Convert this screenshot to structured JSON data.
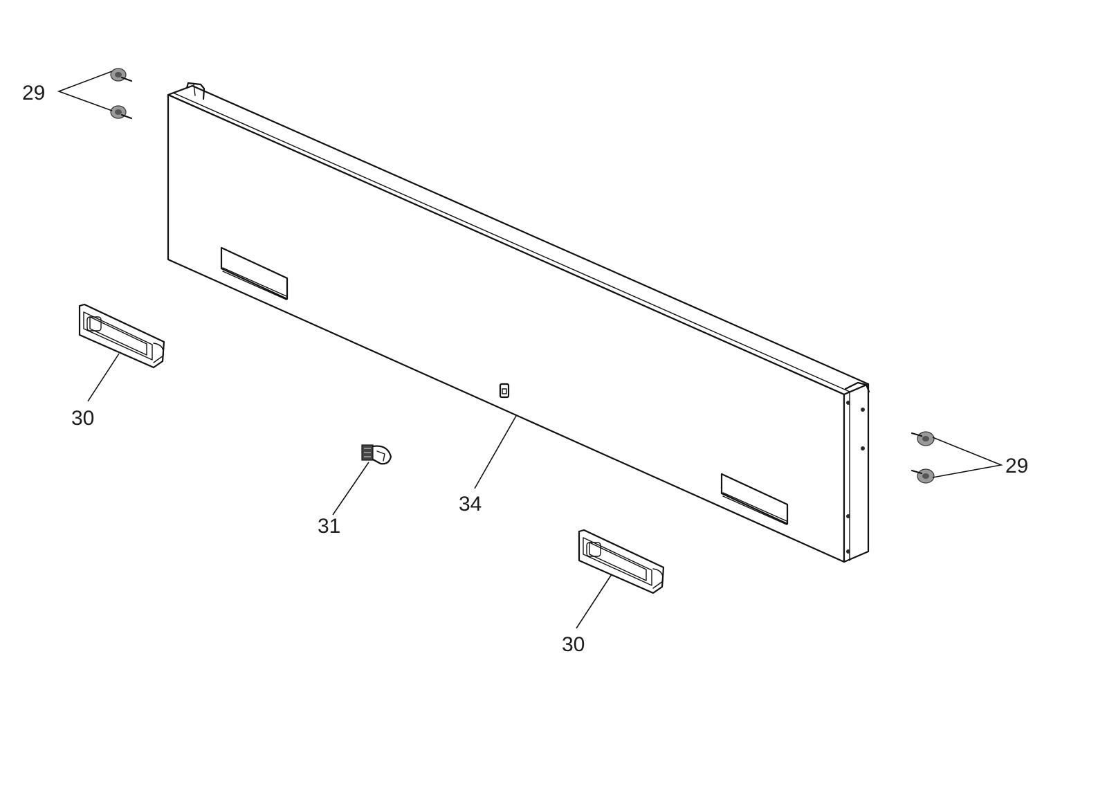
{
  "callouts": {
    "knob_top_left": "29",
    "knob_right": "29",
    "handle_left": "30",
    "handle_right": "30",
    "clip": "31",
    "panel": "34"
  }
}
